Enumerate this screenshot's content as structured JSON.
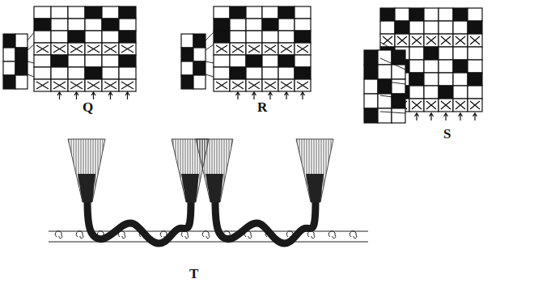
{
  "diagram": {
    "labels": [
      "Q",
      "R",
      "S",
      "T"
    ]
  }
}
